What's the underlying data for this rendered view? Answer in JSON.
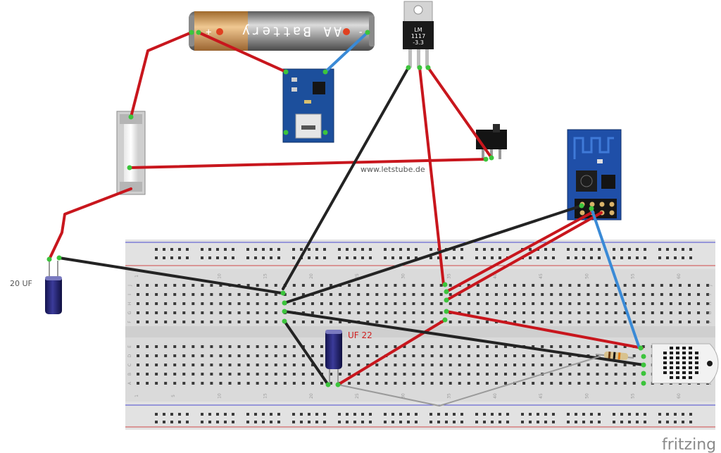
{
  "battery": {
    "label": "AA Battery",
    "plus": "+",
    "minus": "-"
  },
  "regulator": {
    "line1": "LM",
    "line2": "1117",
    "line3": "-3.3"
  },
  "watermark": "www.letstube.de",
  "capacitor_large": {
    "label": "20 UF"
  },
  "capacitor_small": {
    "label": "UF 22"
  },
  "brand": "fritzing",
  "breadboard": {
    "column_labels": [
      "1",
      "5",
      "10",
      "15",
      "20",
      "25",
      "30",
      "35",
      "40",
      "45",
      "50",
      "55",
      "60"
    ],
    "row_labels_top": [
      "J",
      "I",
      "H",
      "G",
      "F"
    ],
    "row_labels_bottom": [
      "E",
      "D",
      "C",
      "B",
      "A"
    ]
  },
  "colors": {
    "wire_red": "#c8161d",
    "wire_black": "#232323",
    "wire_blue": "#3a8ad6",
    "wire_gray": "#9a9a9a",
    "board_blue": "#1c4f9c",
    "esp_blue": "#1f4fa8"
  }
}
